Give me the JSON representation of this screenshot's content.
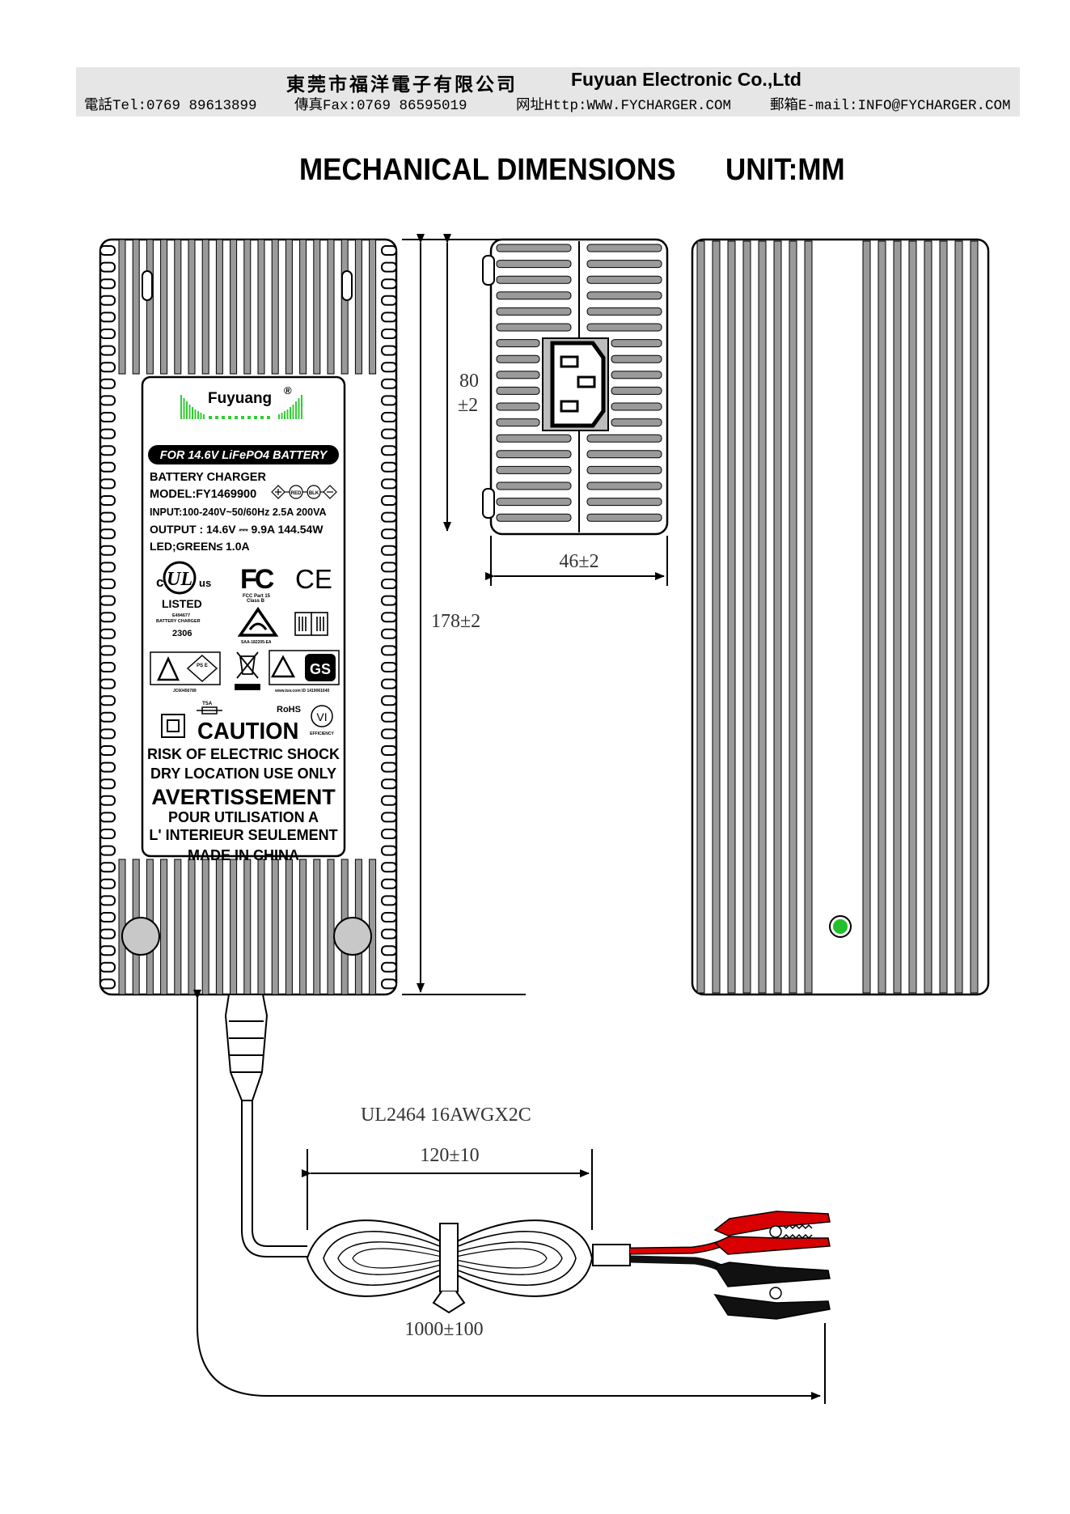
{
  "header": {
    "company_cn": "東莞市福洋電子有限公司",
    "company_en": "Fuyuan Electronic Co.,Ltd",
    "tel": "電話Tel:0769 89613899",
    "fax": "傳真Fax:0769 86595019",
    "web": "网址Http:WWW.FYCHARGER.COM",
    "email": "郵箱E-mail:INFO@FYCHARGER.COM"
  },
  "title": "MECHANICAL DIMENSIONS",
  "unit": "UNIT:MM",
  "label": {
    "brand": "Fuyuang",
    "registered": "®",
    "banner": "FOR 14.6V LiFePO4 BATTERY",
    "line1": "BATTERY CHARGER",
    "model": "MODEL:FY1469900",
    "input": "INPUT:100-240V~50/60Hz 2.5A 200VA",
    "output": "OUTPUT : 14.6V ⎓ 9.9A 144.54W",
    "led": "LED;GREEN≤ 1.0A",
    "red": "RED",
    "blk": "BLK",
    "ul_c": "c",
    "ul_us": "us",
    "listed": "LISTED",
    "ul_file": "E494677",
    "ul_cat": "BATTERY CHARGER",
    "ul_num": "2306",
    "fcc": "FC",
    "fcc_note1": "FCC Part 15",
    "fcc_note2": "Class B",
    "ce": "CE",
    "saa": "SAA-182205-EA",
    "pse": "PS E",
    "jet": "JC60456789",
    "tuv": "www.tuv.com ID 1419061640",
    "gs": "GS",
    "fuse": "T5A",
    "rohs": "RoHS",
    "efficiency": "EFFICIENCY",
    "vi": "VI",
    "caution": "CAUTION",
    "risk": "RISK OF ELECTRIC SHOCK",
    "dry": "DRY LOCATION USE ONLY",
    "avert": "AVERTISSEMENT",
    "pour": "POUR UTILISATION A",
    "interieur": "L' INTERIEUR SEULEMENT",
    "made": "MADE IN CHINA"
  },
  "dimensions": {
    "height_a": "80",
    "height_b": "±2",
    "width": "46±2",
    "length": "178±2",
    "cable_type": "UL2464 16AWGX2C",
    "loop": "120±10",
    "cable_length": "1000±100"
  },
  "colors": {
    "header_bg": "#e6e6e6",
    "fin": "#9a9a9a",
    "led": "#22c02a",
    "clip_red": "#d80000",
    "clip_black": "#111111",
    "wire_red": "#e00000",
    "logo_green": "#33cc33"
  }
}
